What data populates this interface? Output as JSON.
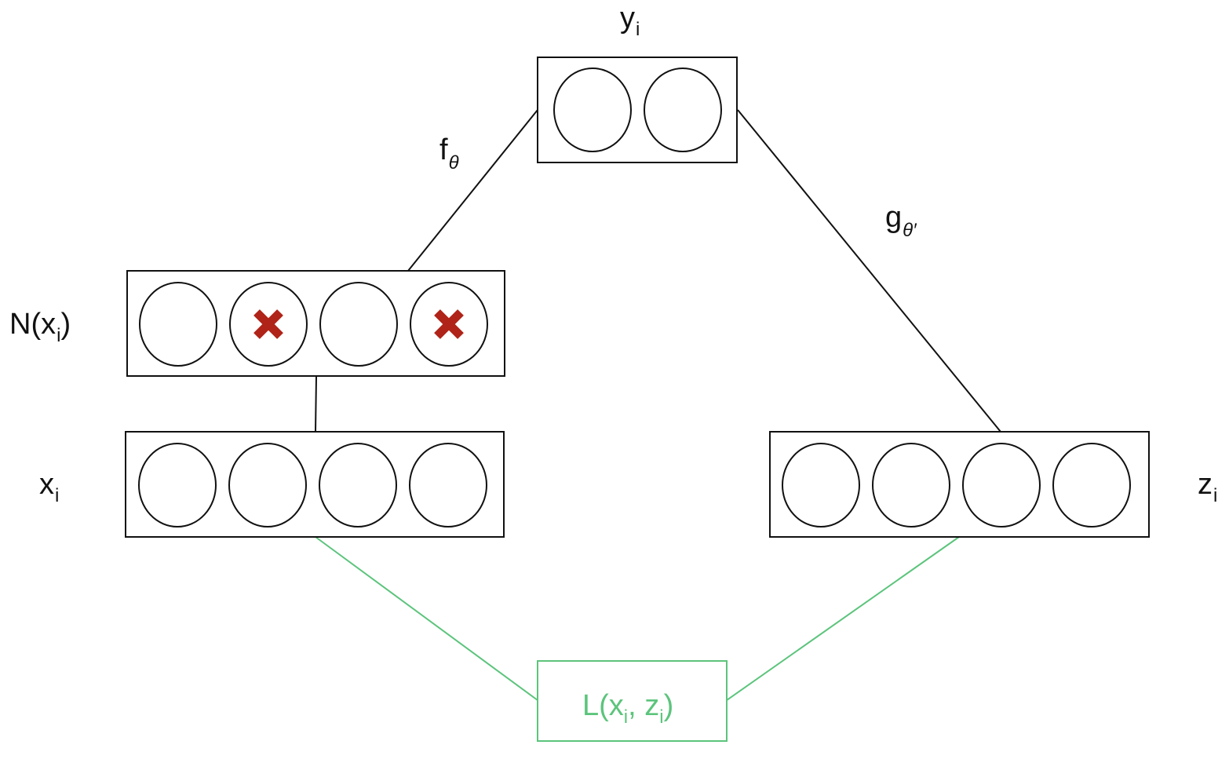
{
  "layers": {
    "output": {
      "name": "y",
      "sub": "i",
      "nodes": 2,
      "masked": []
    },
    "corrupted": {
      "name": "N(x",
      "sub": "i",
      "close": ")",
      "nodes": 4,
      "masked": [
        1,
        3
      ]
    },
    "input": {
      "name": "x",
      "sub": "i",
      "nodes": 4,
      "masked": []
    },
    "reconstruction": {
      "name": "z",
      "sub": "i",
      "nodes": 4,
      "masked": []
    }
  },
  "edges": {
    "encoder": {
      "name": "f",
      "sub": "θ"
    },
    "decoder": {
      "name": "g",
      "sub": "θ′"
    }
  },
  "loss": {
    "pre": "L(x",
    "sub1": "i",
    "mid": ", z",
    "sub2": "i",
    "post": ")"
  },
  "colors": {
    "stroke": "#111111",
    "mask": "#b02318",
    "loss": "#5cc47c"
  },
  "icons": {
    "mask": "cross-icon"
  }
}
